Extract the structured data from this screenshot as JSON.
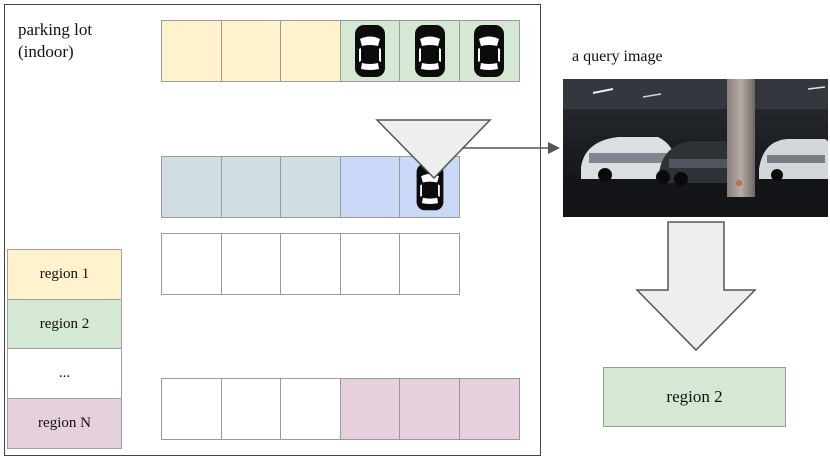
{
  "parking_lot": {
    "title_line1": "parking lot",
    "title_line2": "(indoor)"
  },
  "rows": [
    {
      "cells": [
        "#fff2cc",
        "#fff2cc",
        "#fff2cc",
        "#d5e8d4",
        "#d5e8d4",
        "#d5e8d4"
      ],
      "cars": [
        3,
        4,
        5
      ]
    },
    {
      "cells": [
        "#d0dee3",
        "#d0dee3",
        "#d0dee3",
        "#c9d9f7",
        "#c9d9f7"
      ],
      "cars": [
        4
      ]
    },
    {
      "cells": [
        "#ffffff",
        "#ffffff",
        "#ffffff",
        "#ffffff",
        "#ffffff"
      ],
      "cars": []
    },
    {
      "cells": [
        "#ffffff",
        "#ffffff",
        "#ffffff",
        "#e6d0de",
        "#e6d0de",
        "#e6d0de"
      ],
      "cars": []
    }
  ],
  "legend": [
    {
      "label": "region 1",
      "color": "#fff2cc"
    },
    {
      "label": "region 2",
      "color": "#d5e8d4"
    },
    {
      "label": "...",
      "color": "#ffffff"
    },
    {
      "label": "region N",
      "color": "#e6d0de"
    }
  ],
  "query": {
    "title": "a query image"
  },
  "result": {
    "label": "region 2",
    "color": "#d5e8d4"
  },
  "icons": {
    "car": "car-top-view-icon",
    "camera": "camera-frustum-icon"
  }
}
